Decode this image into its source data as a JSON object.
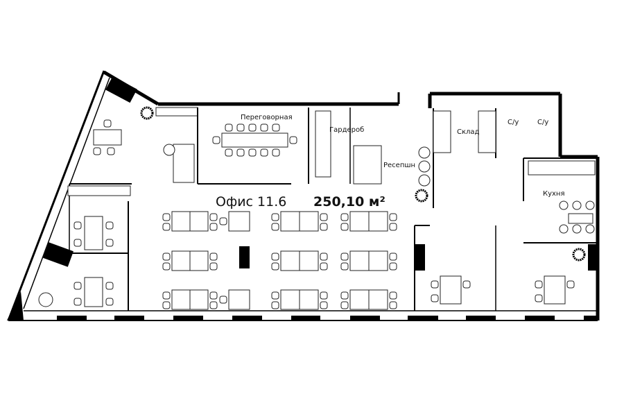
{
  "plan": {
    "office_name": "Офис 11.6",
    "area": "250,10 м²",
    "rooms": {
      "meeting": "Переговорная",
      "wardrobe": "Гардероб",
      "reception": "Ресепшн",
      "storage": "Склад",
      "wc1": "С/у",
      "wc2": "С/у",
      "kitchen": "Кухня"
    }
  }
}
